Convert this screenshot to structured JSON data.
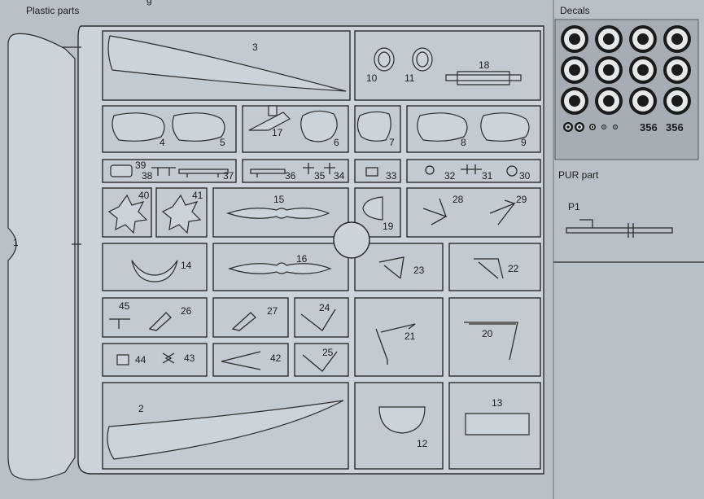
{
  "headings": {
    "plastic_parts": "Plastic parts",
    "fragment": "g",
    "decals": "Decals",
    "pur_part": "PUR part"
  },
  "decal_sheet": {
    "bottom_text_1": "356",
    "bottom_text_2": "356"
  },
  "pur_label": "P1",
  "part_numbers": [
    "1",
    "2",
    "3",
    "4",
    "5",
    "6",
    "7",
    "8",
    "9",
    "10",
    "11",
    "12",
    "13",
    "14",
    "15",
    "16",
    "17",
    "18",
    "19",
    "20",
    "21",
    "22",
    "23",
    "24",
    "25",
    "26",
    "27",
    "28",
    "29",
    "30",
    "31",
    "32",
    "33",
    "34",
    "35",
    "36",
    "37",
    "38",
    "39",
    "40",
    "41",
    "42",
    "43",
    "44",
    "45"
  ],
  "colors": {
    "background": "#b9c0c8",
    "line": "#2b2b2b",
    "decal_bg": "#a7adb4",
    "roundel_dark": "#1b1b1b",
    "roundel_light": "#e6e8ea"
  }
}
